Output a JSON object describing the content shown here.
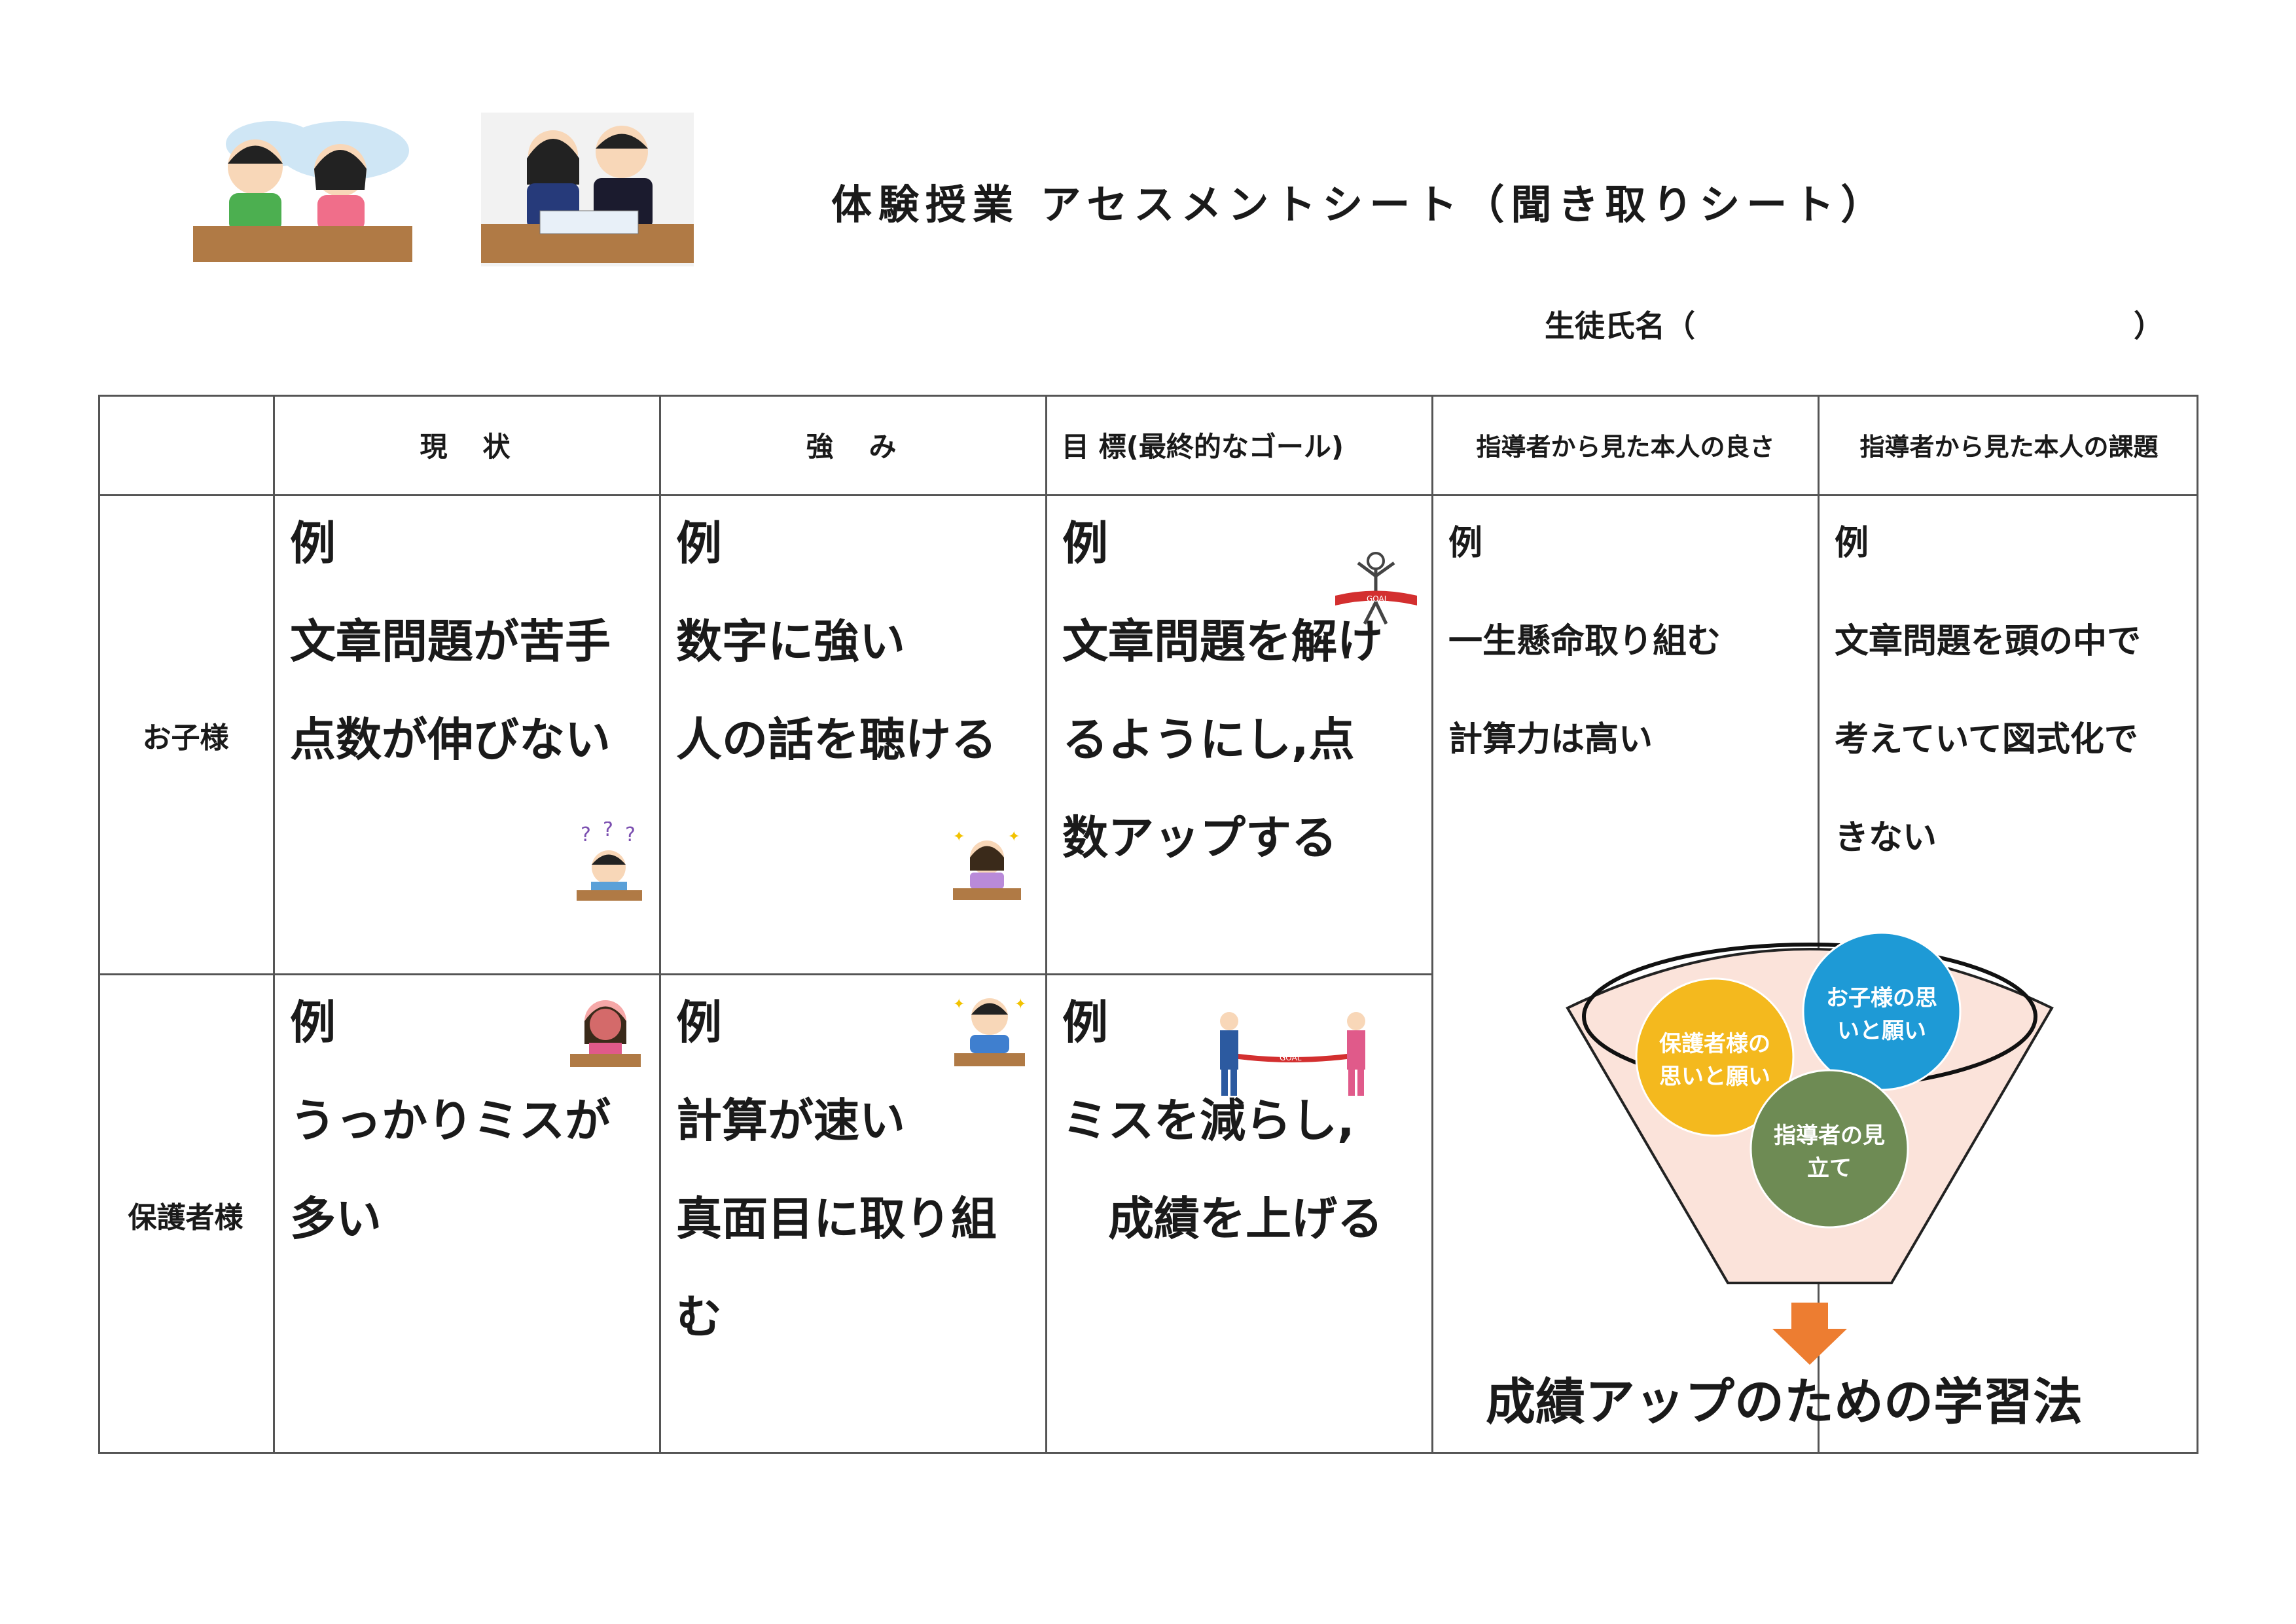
{
  "header": {
    "title": "体験授業 アセスメントシート（聞き取りシート）",
    "student_label": "生徒氏名（",
    "student_close": "）"
  },
  "table": {
    "columns": [
      "現　状",
      "強　み",
      "目 標(最終的なゴール)",
      "指導者から見た本人の良さ",
      "指導者から見た本人の課題"
    ],
    "rows": [
      {
        "label": "お子様",
        "cells": [
          [
            "例",
            "文章問題が苦手",
            "点数が伸びない"
          ],
          [
            "例",
            "数字に強い",
            "人の話を聴ける"
          ],
          [
            "例",
            "文章問題を解け",
            "るようにし,点",
            "数アップする"
          ],
          [
            "例",
            "一生懸命取り組む",
            "計算力は高い"
          ],
          [
            "例",
            "文章問題を頭の中で",
            "考えていて図式化で",
            "きない"
          ]
        ]
      },
      {
        "label": "保護者様",
        "cells": [
          [
            "例",
            "うっかりミスが",
            "多い"
          ],
          [
            "例",
            "計算が速い",
            "真面目に取り組",
            "む"
          ],
          [
            "例",
            "ミスを減らし,",
            "　成績を上げる"
          ]
        ]
      }
    ]
  },
  "funnel": {
    "bubbles": [
      {
        "label": "保護者様の思いと願い",
        "color": "#F4B91E"
      },
      {
        "label": "お子様の思いと願い",
        "color": "#1E9AD6"
      },
      {
        "label": "指導者の見立て",
        "color": "#6E8B54"
      }
    ],
    "arrow_color": "#ED7D31",
    "funnel_color": "#FBE3DA",
    "result": "成績アップのための学習法"
  },
  "illustrations": [
    "children-studying-illustration",
    "tutor-and-student-illustration",
    "confused-child-icon",
    "happy-child-icon",
    "goal-runner-icon",
    "worried-child-icon",
    "studying-child-icon",
    "goal-tape-icon"
  ]
}
